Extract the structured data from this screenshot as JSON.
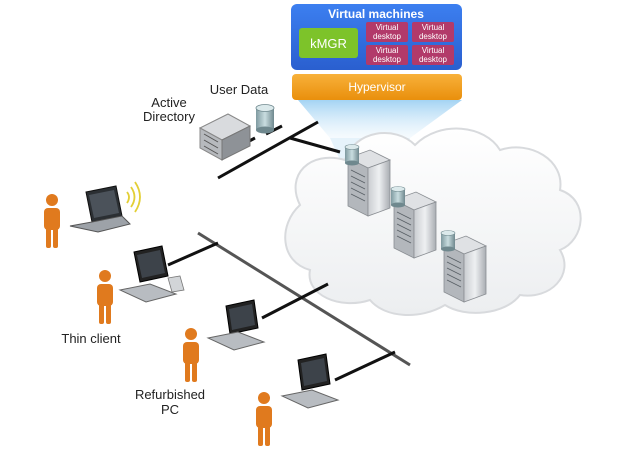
{
  "vm_panel": {
    "title": "Virtual machines",
    "kmgr": "kMGR",
    "desktops": [
      [
        "Virtual",
        "desktop"
      ],
      [
        "Virtual",
        "desktop"
      ],
      [
        "Virtual",
        "desktop"
      ],
      [
        "Virtual",
        "desktop"
      ]
    ]
  },
  "hypervisor": {
    "label": "Hypervisor"
  },
  "labels": {
    "active_directory_1": "Active",
    "active_directory_2": "Directory",
    "user_data": "User Data",
    "thin_client": "Thin client",
    "refurbished_1": "Refurbished",
    "refurbished_2": "PC"
  },
  "colors": {
    "panel_blue": "#2e6fe0",
    "kmgr_green": "#7dc32a",
    "vd_purple": "#b23a6a",
    "hypervisor_orange": "#f5a21a",
    "person_orange": "#e07a1e"
  },
  "icons": [
    "server-icon",
    "database-icon",
    "laptop-icon",
    "wifi-icon",
    "thin-client-icon",
    "person-icon",
    "cloud-icon"
  ]
}
